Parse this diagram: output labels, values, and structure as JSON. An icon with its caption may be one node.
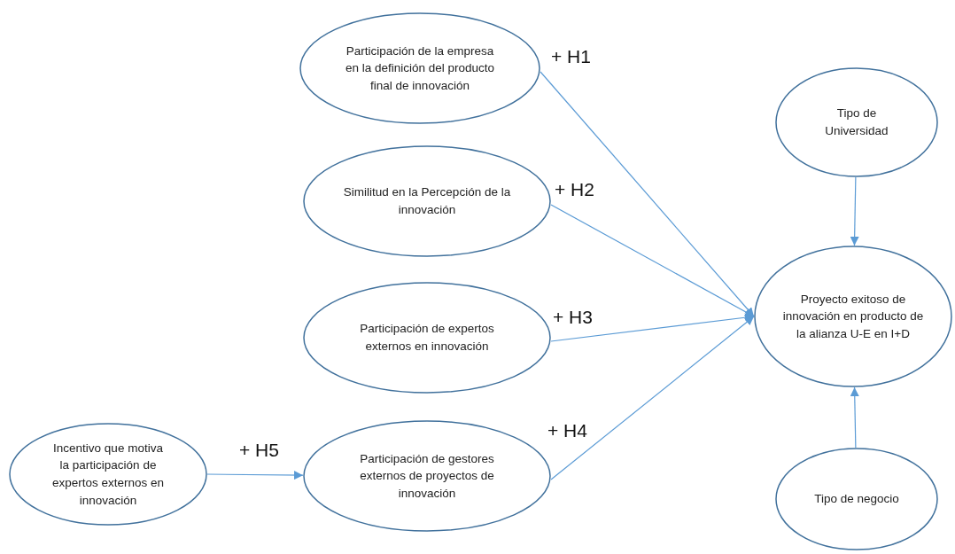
{
  "diagram": {
    "nodes": [
      {
        "text": [
          "Participación de la empresa en la definición del producto final de innovación"
        ]
      },
      {
        "text": [
          "Similitud en la Percepción de la innovación"
        ]
      },
      {
        "text": [
          "Participación de expertos externos en innovación"
        ]
      },
      {
        "text": [
          "Participación de gestores externos de proyectos de innovación"
        ]
      },
      {
        "text": [
          "Incentivo que motiva la participación de expertos externos en innovación"
        ]
      },
      {
        "text": [
          "Tipo de Universidad"
        ]
      },
      {
        "text": [
          "Proyecto exitoso de innovación en producto de la alianza U-E en I+D"
        ]
      },
      {
        "text": [
          "Tipo de negocio"
        ]
      }
    ],
    "edges": [
      {
        "from": 0,
        "to": 6,
        "arrow": "to",
        "label": "+ H1"
      },
      {
        "from": 1,
        "to": 6,
        "arrow": "to",
        "label": "+ H2"
      },
      {
        "from": 2,
        "to": 6,
        "arrow": "to",
        "label": "+ H3"
      },
      {
        "from": 3,
        "to": 6,
        "arrow": "to",
        "label": "+ H4"
      },
      {
        "from": 4,
        "to": 3,
        "arrow": "to",
        "label": "+ H5"
      },
      {
        "from": 5,
        "to": 6,
        "arrow": "to"
      },
      {
        "from": 7,
        "to": 6,
        "arrow": "to"
      }
    ]
  }
}
